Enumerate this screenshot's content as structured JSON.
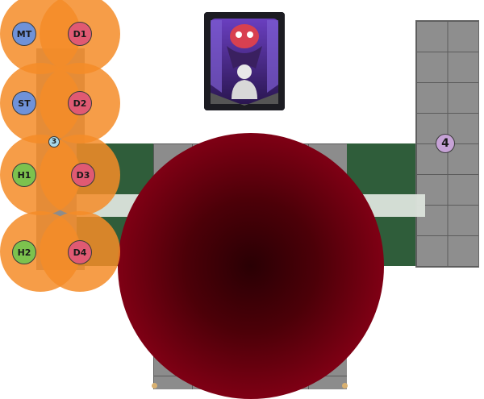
{
  "arena": {
    "colors": {
      "floor_green": "#2f5d3a",
      "floor_gray": "#8c8c8c",
      "aoe_red": "#9a0a22",
      "player_radius": "#f58c28"
    }
  },
  "boss_icon": {
    "icon": "boss-debuff-icon"
  },
  "waymark": {
    "label": "4",
    "color": "#c6a2d6"
  },
  "small_marker": {
    "label": "3"
  },
  "players": [
    {
      "label": "MT",
      "role": "tank"
    },
    {
      "label": "ST",
      "role": "tank"
    },
    {
      "label": "H1",
      "role": "healer"
    },
    {
      "label": "H2",
      "role": "healer"
    },
    {
      "label": "D1",
      "role": "dps"
    },
    {
      "label": "D2",
      "role": "dps"
    },
    {
      "label": "D3",
      "role": "dps"
    },
    {
      "label": "D4",
      "role": "dps"
    }
  ]
}
